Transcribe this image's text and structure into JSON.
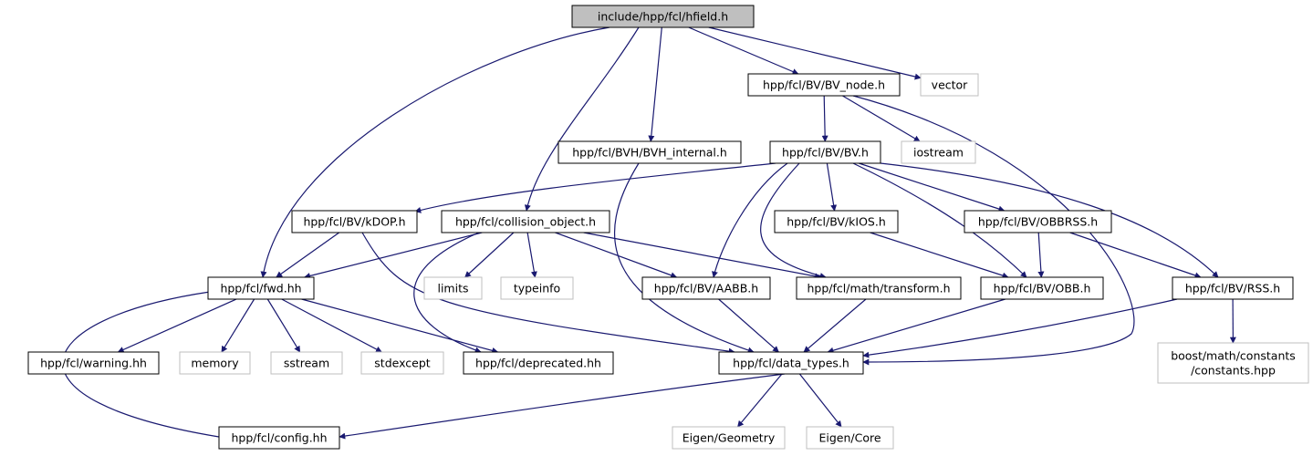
{
  "colors": {
    "edge": "#191970",
    "border_local": "#000000",
    "border_external": "#bfbfbf",
    "fill_root": "#bfbfbf",
    "fill": "#ffffff",
    "text": "#000000"
  },
  "nodes": [
    {
      "id": "root",
      "label": "include/hpp/fcl/hfield.h",
      "kind": "root"
    },
    {
      "id": "bv_node",
      "label": "hpp/fcl/BV/BV_node.h",
      "kind": "local"
    },
    {
      "id": "vector",
      "label": "vector",
      "kind": "external"
    },
    {
      "id": "bvh_internal",
      "label": "hpp/fcl/BVH/BVH_internal.h",
      "kind": "local"
    },
    {
      "id": "bv",
      "label": "hpp/fcl/BV/BV.h",
      "kind": "local"
    },
    {
      "id": "iostream",
      "label": "iostream",
      "kind": "external"
    },
    {
      "id": "kdop",
      "label": "hpp/fcl/BV/kDOP.h",
      "kind": "local"
    },
    {
      "id": "collision_object",
      "label": "hpp/fcl/collision_object.h",
      "kind": "local"
    },
    {
      "id": "kios",
      "label": "hpp/fcl/BV/kIOS.h",
      "kind": "local"
    },
    {
      "id": "obbrss",
      "label": "hpp/fcl/BV/OBBRSS.h",
      "kind": "local"
    },
    {
      "id": "fwd",
      "label": "hpp/fcl/fwd.hh",
      "kind": "local"
    },
    {
      "id": "limits",
      "label": "limits",
      "kind": "external"
    },
    {
      "id": "typeinfo",
      "label": "typeinfo",
      "kind": "external"
    },
    {
      "id": "aabb",
      "label": "hpp/fcl/BV/AABB.h",
      "kind": "local"
    },
    {
      "id": "transform",
      "label": "hpp/fcl/math/transform.h",
      "kind": "local"
    },
    {
      "id": "obb",
      "label": "hpp/fcl/BV/OBB.h",
      "kind": "local"
    },
    {
      "id": "rss",
      "label": "hpp/fcl/BV/RSS.h",
      "kind": "local"
    },
    {
      "id": "warning",
      "label": "hpp/fcl/warning.hh",
      "kind": "local"
    },
    {
      "id": "memory",
      "label": "memory",
      "kind": "external"
    },
    {
      "id": "sstream",
      "label": "sstream",
      "kind": "external"
    },
    {
      "id": "stdexcept",
      "label": "stdexcept",
      "kind": "external"
    },
    {
      "id": "deprecated",
      "label": "hpp/fcl/deprecated.hh",
      "kind": "local"
    },
    {
      "id": "data_types",
      "label": "hpp/fcl/data_types.h",
      "kind": "local"
    },
    {
      "id": "boost_constants",
      "label": [
        "boost/math/constants",
        "/constants.hpp"
      ],
      "kind": "external"
    },
    {
      "id": "config",
      "label": "hpp/fcl/config.hh",
      "kind": "local"
    },
    {
      "id": "eigen_geometry",
      "label": "Eigen/Geometry",
      "kind": "external"
    },
    {
      "id": "eigen_core",
      "label": "Eigen/Core",
      "kind": "external"
    }
  ],
  "edges": [
    [
      "root",
      "fwd"
    ],
    [
      "root",
      "bvh_internal"
    ],
    [
      "root",
      "collision_object"
    ],
    [
      "root",
      "bv_node"
    ],
    [
      "root",
      "vector"
    ],
    [
      "bv_node",
      "bv"
    ],
    [
      "bv_node",
      "iostream"
    ],
    [
      "bv_node",
      "data_types"
    ],
    [
      "bvh_internal",
      "data_types"
    ],
    [
      "bv",
      "kdop"
    ],
    [
      "bv",
      "aabb"
    ],
    [
      "bv",
      "transform"
    ],
    [
      "bv",
      "kios"
    ],
    [
      "bv",
      "obb"
    ],
    [
      "bv",
      "obbrss"
    ],
    [
      "bv",
      "rss"
    ],
    [
      "kdop",
      "fwd"
    ],
    [
      "kdop",
      "data_types"
    ],
    [
      "collision_object",
      "fwd"
    ],
    [
      "collision_object",
      "deprecated"
    ],
    [
      "collision_object",
      "limits"
    ],
    [
      "collision_object",
      "typeinfo"
    ],
    [
      "collision_object",
      "aabb"
    ],
    [
      "collision_object",
      "transform"
    ],
    [
      "kios",
      "obb"
    ],
    [
      "obbrss",
      "obb"
    ],
    [
      "obbrss",
      "rss"
    ],
    [
      "fwd",
      "config"
    ],
    [
      "fwd",
      "warning"
    ],
    [
      "fwd",
      "memory"
    ],
    [
      "fwd",
      "sstream"
    ],
    [
      "fwd",
      "stdexcept"
    ],
    [
      "fwd",
      "deprecated"
    ],
    [
      "aabb",
      "data_types"
    ],
    [
      "transform",
      "data_types"
    ],
    [
      "obb",
      "data_types"
    ],
    [
      "rss",
      "data_types"
    ],
    [
      "rss",
      "boost_constants"
    ],
    [
      "data_types",
      "config"
    ],
    [
      "data_types",
      "eigen_geometry"
    ],
    [
      "data_types",
      "eigen_core"
    ]
  ]
}
